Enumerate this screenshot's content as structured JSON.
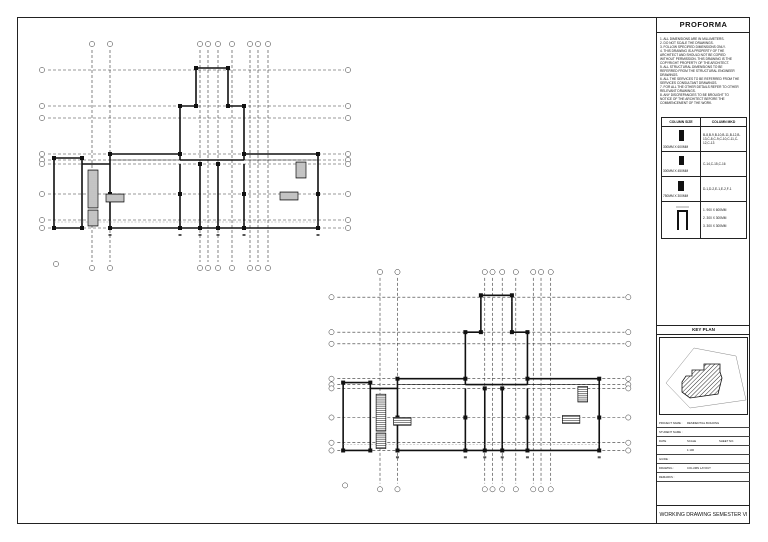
{
  "sheet": {
    "title": "PROFORMA",
    "notes": [
      "1.  ALL DIMENSIONS ARE IN MILLIMETERS.",
      "2.  DO NOT SCALE THE DRAWINGS.",
      "3.  FOLLOW SPECIFIED DIMENSIONS ONLY.",
      "4.  THIS DRAWING IS A PROPERTY OF THE",
      "     ARCHITECT AND SHOULD NOT BE COPIED",
      "     WITHOUT PERMISSION. THIS DRAWING IS THE",
      "     COPYRIGHT PROPERTY OF THE ARCHITECT.",
      "5.  ALL STRUCTURAL DIMENSIONS TO BE",
      "     REFERRED FROM THE STRUCTURAL ENGINEER",
      "     DRAWINGS.",
      "6.  ALL THE SERVICES TO BE REFERRED FROM THE",
      "     SERVICES CONSULTANT DRAWINGS.",
      "7.  FOR ALL THE OTHER DETAILS REFER TO OTHER",
      "     RELEVANT DRAWINGS.",
      "8.  ANY DISCREPANCIES TO BE BROUGHT TO",
      "     NOTICE OF THE ARCHITECT BEFORE THE",
      "     COMMENCEMENT OF THE WORK."
    ],
    "column_table": {
      "headers": [
        "COLUMN SIZE",
        "COLUMN MKD"
      ],
      "rows": [
        {
          "size": "300MM X 600MM",
          "mkd": "B-8,B-9,B-10,B-11,B-12,B-13,C-8,C-9,C-10,C-11,C-12,C-13"
        },
        {
          "size": "300MM X 450MM",
          "mkd": "C-14,C-15,C-16"
        },
        {
          "size": "750MM X 300MM",
          "mkd": "D-1,D-2,E-1,E-2,F-1"
        },
        {
          "size": "",
          "mkd": "1. 900 X 600MM|2. 300 X 300MM|3. 300 X 300MM"
        }
      ]
    },
    "key_plan_title": "KEY PLAN",
    "info_rows": [
      [
        "PROJECT NAME :",
        "RESIDENTIAL BUILDING",
        ""
      ],
      [
        "STUDENT NAME :",
        "",
        ""
      ],
      [
        "DATE",
        "SCALE",
        "SHEET NO."
      ],
      [
        "",
        "1:100",
        ""
      ],
      [
        "GUIDE :",
        "",
        ""
      ],
      [
        "DRAWING :",
        "COLUMN LAYOUT",
        ""
      ],
      [
        "REMARKS :",
        "",
        ""
      ]
    ],
    "footer": "WORKING DRAWING SEMESTER VI"
  }
}
